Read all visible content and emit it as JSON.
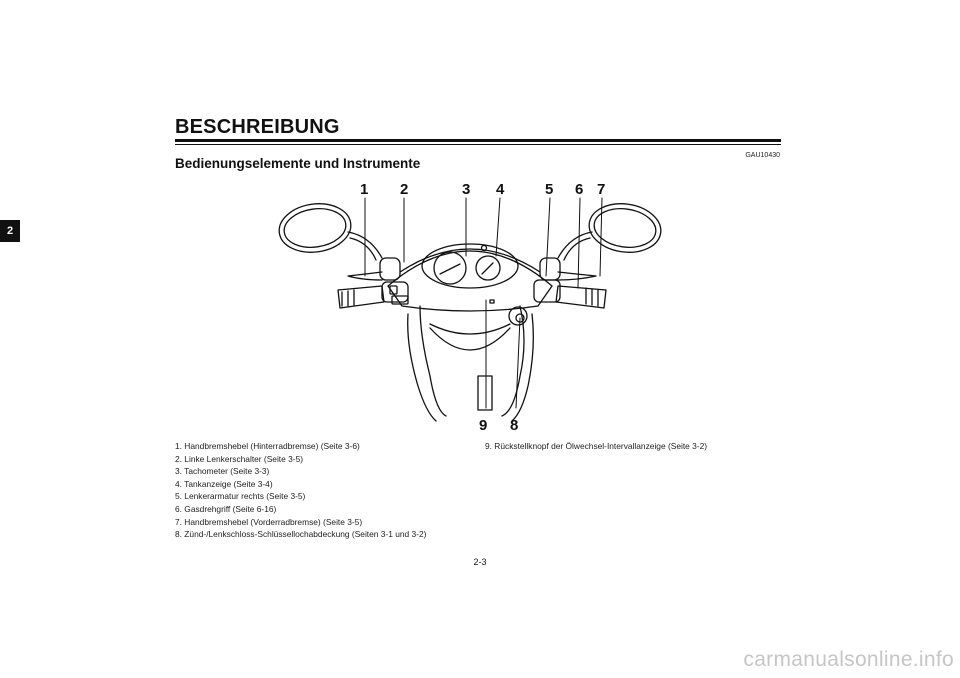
{
  "chapter_tab": "2",
  "header": {
    "title": "BESCHREIBUNG"
  },
  "section": {
    "code": "GAU10430",
    "title": "Bedienungselemente und Instrumente"
  },
  "callouts": [
    "1",
    "2",
    "3",
    "4",
    "5",
    "6",
    "7",
    "8",
    "9"
  ],
  "legend": {
    "left": [
      "1. Handbremshebel (Hinterradbremse) (Seite 3-6)",
      "2. Linke Lenkerschalter (Seite 3-5)",
      "3. Tachometer (Seite 3-3)",
      "4. Tankanzeige (Seite 3-4)",
      "5. Lenkerarmatur rechts (Seite 3-5)",
      "6. Gasdrehgriff (Seite 6-16)",
      "7. Handbremshebel (Vorderradbremse) (Seite 3-5)",
      "8. Zünd-/Lenkschloss-Schlüssellochabdeckung (Seiten 3-1 und 3-2)"
    ],
    "right": [
      "9. Rückstellknopf der Ölwechsel-Intervallanzeige (Seite 3-2)"
    ]
  },
  "page_number": "2-3",
  "watermark": "carmanualsonline.info"
}
